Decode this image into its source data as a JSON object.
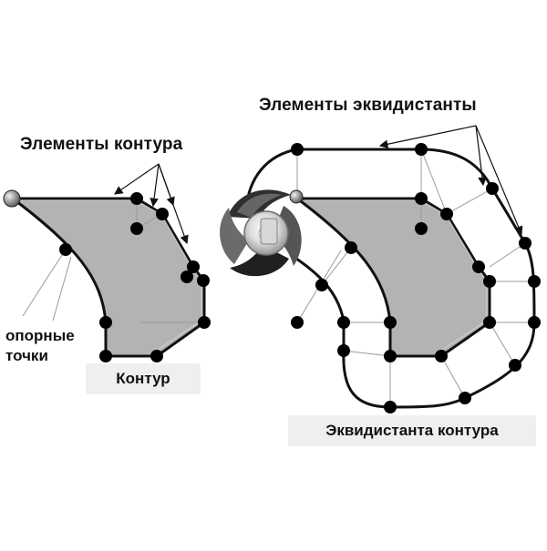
{
  "labels": {
    "contour_elements": "Элементы контура",
    "equidistant_elements": "Элементы эквидистанты",
    "support_points": "опорные точки",
    "contour": "Контур",
    "contour_equidistant": "Эквидистанта контура"
  },
  "colors": {
    "shape_fill": "#b3b3b3",
    "line": "#111111",
    "thin_line": "#999999",
    "caption_bg": "#efefef"
  },
  "icons": {
    "cutter": "milling-cutter-icon",
    "points": "point-icon"
  }
}
